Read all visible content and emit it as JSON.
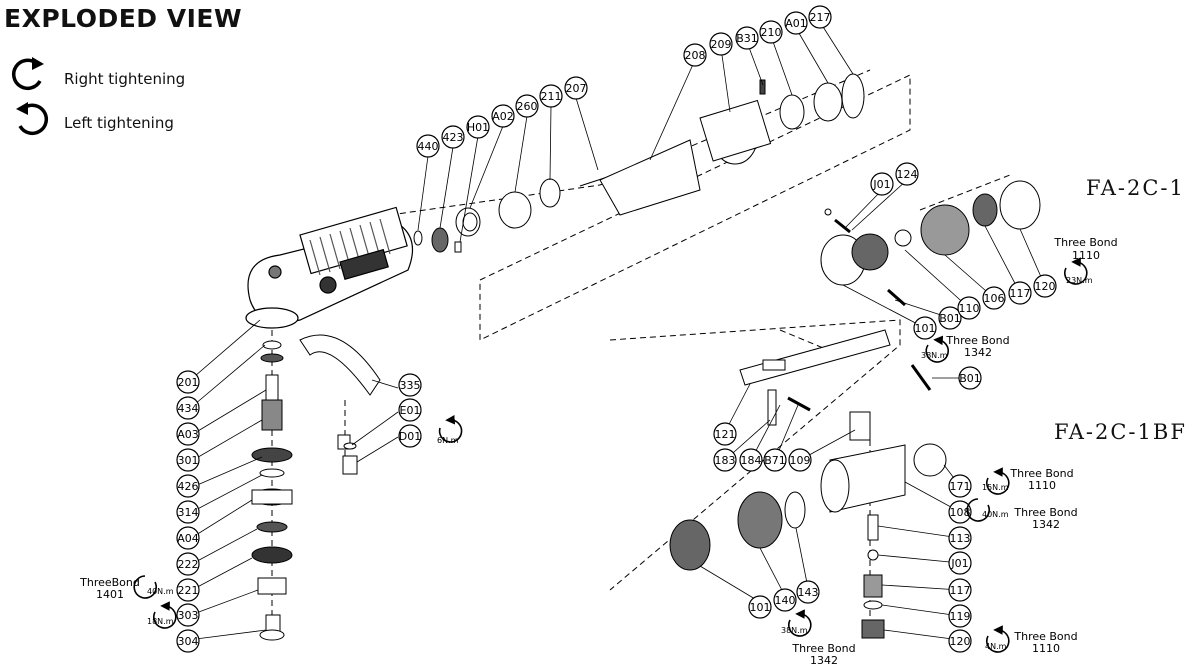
{
  "title": "EXPLODED VIEW",
  "legend": {
    "right": {
      "icon": "clockwise-arrow-icon",
      "label": "Right tightening"
    },
    "left": {
      "icon": "counterclockwise-arrow-icon",
      "label": "Left tightening"
    }
  },
  "models": [
    "FA-2C-1",
    "FA-2C-1BF"
  ],
  "parts": {
    "p440": "440",
    "p423": "423",
    "pH01": "H01",
    "pA02": "A02",
    "p260": "260",
    "p211": "211",
    "p207": "207",
    "p208": "208",
    "p209": "209",
    "pB31": "B31",
    "p210": "210",
    "pA01": "A01",
    "p217": "217",
    "pJ01a": "J01",
    "p124": "124",
    "pB01a": "B01",
    "p101a": "101",
    "p110": "110",
    "p106": "106",
    "p117a": "117",
    "p120a": "120",
    "pB01b": "B01",
    "p201": "201",
    "p434": "434",
    "pA03": "A03",
    "p301": "301",
    "p426": "426",
    "p314": "314",
    "pA04": "A04",
    "p222": "222",
    "p221": "221",
    "p303": "303",
    "p304": "304",
    "p335": "335",
    "pE01": "E01",
    "pD01": "D01",
    "p121": "121",
    "p183": "183",
    "p184": "184",
    "pB71": "B71",
    "p109": "109",
    "p171": "171",
    "p108": "108",
    "p113": "113",
    "pJ01b": "J01",
    "p117b": "117",
    "p119": "119",
    "p120b": "120",
    "p101b": "101",
    "p140": "140",
    "p143": "143"
  },
  "torque": {
    "t6": "6N.m",
    "t23": "23N.m",
    "t38a": "38N.m",
    "t15": "15N.m",
    "t40a": "40N.m",
    "t40b": "40N.m",
    "t18": "18N.m",
    "t38b": "38N.m",
    "t4": "4N.m"
  },
  "notes": {
    "tb1110a": "Three Bond",
    "tb1110a_n": "1110",
    "tb1342a": "Three Bond",
    "tb1342a_n": "1342",
    "tb1110b": "Three Bond",
    "tb1110b_n": "1110",
    "tb1342b": "Three Bond",
    "tb1342b_n": "1342",
    "tb1401": "ThreeBond",
    "tb1401_n": "1401",
    "tb1342c": "Three Bond",
    "tb1342c_n": "1342",
    "tb1110c": "Three Bond",
    "tb1110c_n": "1110"
  }
}
